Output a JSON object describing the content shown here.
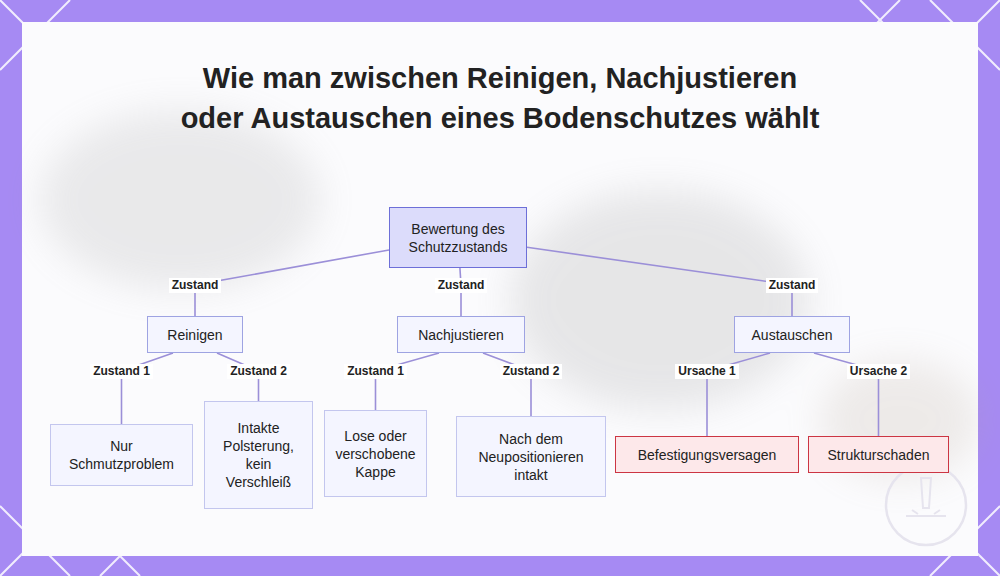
{
  "diagram": {
    "title": "Wie man zwischen Reinigen, Nachjustieren oder Austauschen eines Bodenschutzes wählt",
    "nodes": [
      {
        "text": [
          "Bewertung des Schutzzustands"
        ]
      },
      {
        "text": [
          "Reinigen"
        ]
      },
      {
        "text": [
          "Nachjustieren"
        ]
      },
      {
        "text": [
          "Austauschen"
        ]
      },
      {
        "text": [
          "Nur Schmutzproblem"
        ]
      },
      {
        "text": [
          "Intakte Polsterung, kein Verschleiß"
        ]
      },
      {
        "text": [
          "Lose oder verschobene Kappe"
        ]
      },
      {
        "text": [
          "Nach dem Neupositionieren intakt"
        ]
      },
      {
        "text": [
          "Befestigungsversagen"
        ]
      },
      {
        "text": [
          "Strukturschaden"
        ]
      }
    ],
    "edges": [
      {
        "from": 0,
        "to": 1,
        "label": "Zustand",
        "arrow": "none"
      },
      {
        "from": 0,
        "to": 2,
        "label": "Zustand",
        "arrow": "none"
      },
      {
        "from": 0,
        "to": 3,
        "label": "Zustand",
        "arrow": "none"
      },
      {
        "from": 1,
        "to": 4,
        "label": "Zustand 1",
        "arrow": "none"
      },
      {
        "from": 1,
        "to": 5,
        "label": "Zustand 2",
        "arrow": "none"
      },
      {
        "from": 2,
        "to": 6,
        "label": "Zustand 1",
        "arrow": "none"
      },
      {
        "from": 2,
        "to": 7,
        "label": "Zustand 2",
        "arrow": "none"
      },
      {
        "from": 3,
        "to": 8,
        "label": "Ursache 1",
        "arrow": "none"
      },
      {
        "from": 3,
        "to": 9,
        "label": "Ursache 2",
        "arrow": "none"
      }
    ]
  }
}
